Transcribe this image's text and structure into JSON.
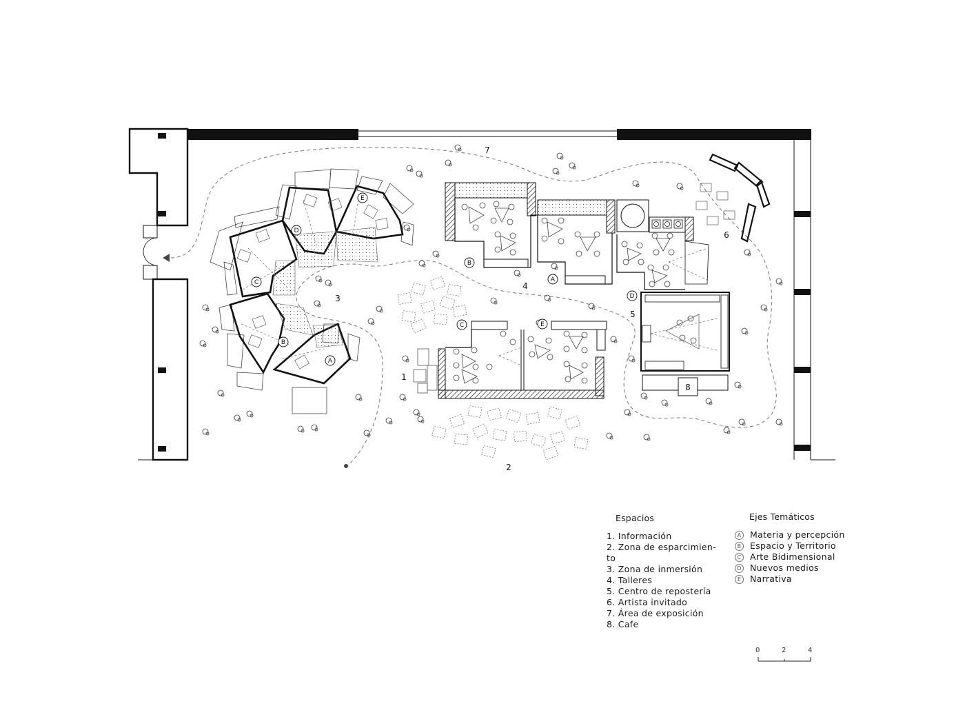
{
  "plan": {
    "room_numbers": [
      "1",
      "2",
      "3",
      "4",
      "5",
      "6",
      "7",
      "8"
    ],
    "axis_markers": {
      "A": "A",
      "B": "B",
      "C": "C",
      "D": "D",
      "E": "E"
    }
  },
  "legend": {
    "spaces_title": "Espacios",
    "spaces": [
      "1. Información",
      "2. Zona de esparcimien-to",
      "3. Zona de inmersión",
      "4. Talleres",
      "5. Centro de repostería",
      "6. Artista invitado",
      "7. Área de exposición",
      "8. Cafe"
    ],
    "axes_title": "Ejes Temáticos",
    "axes": [
      {
        "letter": "A",
        "label": "Materia y percepción"
      },
      {
        "letter": "B",
        "label": "Espacio y Territorio"
      },
      {
        "letter": "C",
        "label": "Arte Bidimensional"
      },
      {
        "letter": "D",
        "label": "Nuevos medios"
      },
      {
        "letter": "E",
        "label": "Narrativa"
      }
    ]
  },
  "scale": {
    "ticks": [
      "0",
      "2",
      "4"
    ]
  }
}
